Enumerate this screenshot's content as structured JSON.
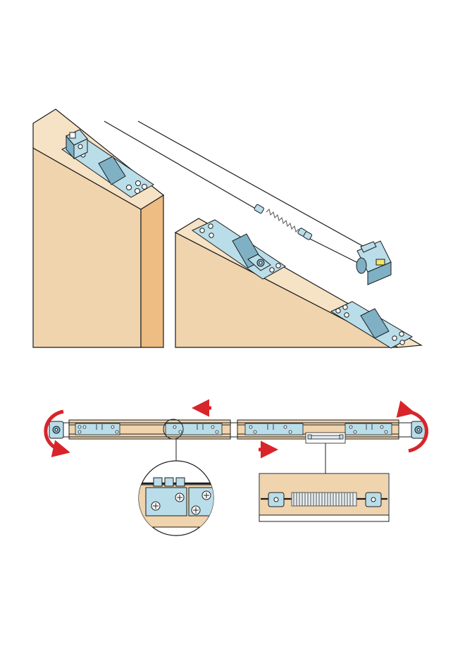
{
  "colors": {
    "wood_face": "#efd4ae",
    "wood_edge": "#eebd84",
    "wood_top": "#f6e2c4",
    "metal": "#b9dde9",
    "metal_dark": "#7fb0c4",
    "outline": "#1c1c1c",
    "arrow_red": "#d8242a",
    "background": "#ffffff"
  },
  "icons": {
    "top_left_bracket": "pivot-bracket",
    "cable": "steel-cable",
    "spring": "tension-spring",
    "pulley": "cable-pulley",
    "red_arrows": "motion-arrows",
    "detail_circle": "magnifier-detail",
    "detail_box": "spring-detail"
  },
  "motion": {
    "door_left": "left",
    "door_right": "right",
    "cable_loop": "counter-rotating"
  }
}
